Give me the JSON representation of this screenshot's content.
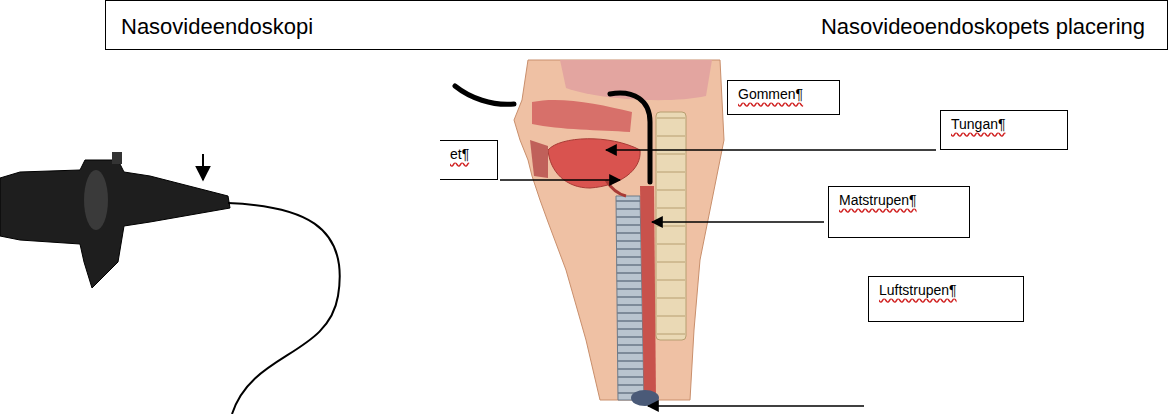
{
  "diagram": {
    "nodes": [
      {
        "text": [
          "Nasovideendoskopi",
          "Nasovideoendoskopets placering"
        ]
      },
      {
        "text": [
          "Gommen¶"
        ]
      },
      {
        "text": [
          "Tungan¶"
        ]
      },
      {
        "text": [
          "et¶"
        ]
      },
      {
        "text": [
          "Matstrupen¶"
        ]
      },
      {
        "text": [
          "Luftstrupen¶"
        ]
      }
    ],
    "edges": []
  }
}
